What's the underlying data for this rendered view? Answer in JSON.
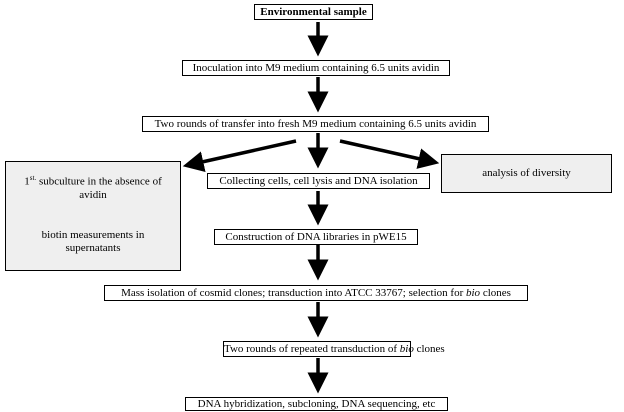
{
  "nodes": {
    "env_sample": "Environmental sample",
    "inoculation": "Inoculation into M9 medium containing 6.5 units avidin",
    "two_rounds_transfer": "Two rounds of transfer into fresh M9 medium containing 6.5 units avidin",
    "collecting": "Collecting cells, cell lysis and DNA isolation",
    "analysis": "analysis of diversity",
    "subculture_sup": "st.",
    "subculture_pre": "1",
    "subculture_text": " subculture in the absence of avidin",
    "biotin": "biotin measurements in supernatants",
    "construction": "Construction of DNA libraries in pWE15",
    "mass_isolation_a": "Mass isolation of cosmid clones; transduction into ATCC 33767; selection for ",
    "mass_isolation_b": "bio",
    "mass_isolation_c": " clones",
    "repeated_a": "Two rounds of repeated transduction of ",
    "repeated_b": "bio",
    "repeated_c": " clones",
    "final": "DNA hybridization, subcloning, DNA sequencing, etc"
  }
}
